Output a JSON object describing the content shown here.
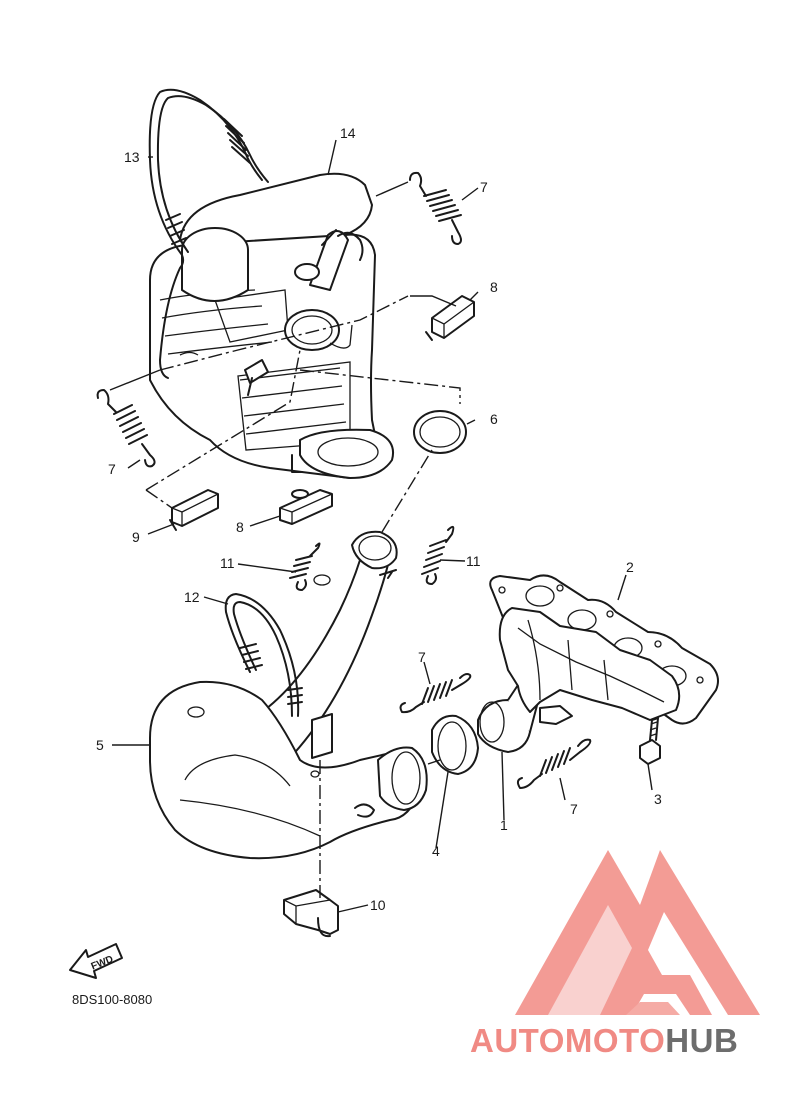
{
  "diagram": {
    "callouts": [
      "14",
      "13",
      "7",
      "8",
      "6",
      "7",
      "9",
      "8",
      "11",
      "11",
      "12",
      "2",
      "7",
      "5",
      "7",
      "3",
      "1",
      "4",
      "10"
    ],
    "fwd_label": "FWD",
    "part_code": "8DS100-8080"
  },
  "watermark": {
    "word_a": "AUTOMOTO",
    "word_b": "HUB",
    "colors": {
      "accent": "#f08a84",
      "accent_light": "#f9c6a0",
      "dark": "#6d6d6d"
    }
  }
}
